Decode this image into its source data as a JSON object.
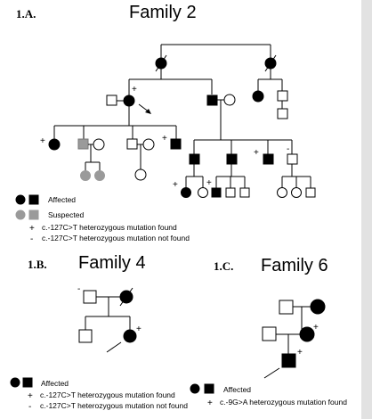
{
  "panel_a": {
    "label": "1.A.",
    "title": "Family 2",
    "legend": {
      "affected": "Affected",
      "suspected": "Suspected",
      "found": "c.-127C>T heterozygous mutation found",
      "not_found": "c.-127C>T heterozygous mutation not found"
    }
  },
  "panel_b": {
    "label": "1.B.",
    "title": "Family 4",
    "legend": {
      "affected": "Affected",
      "found": "c.-127C>T heterozygous mutation found",
      "not_found": "c.-127C>T heterozygous mutation not found"
    }
  },
  "panel_c": {
    "label": "1.C.",
    "title": "Family 6",
    "legend": {
      "affected": "Affected",
      "found": "c.-9G>A heterozygous mutation found"
    }
  },
  "markers": {
    "plus": "+",
    "minus": "-"
  },
  "colors": {
    "affected": "#000000",
    "suspected": "#9a9a9a",
    "unaffected": "#ffffff"
  }
}
